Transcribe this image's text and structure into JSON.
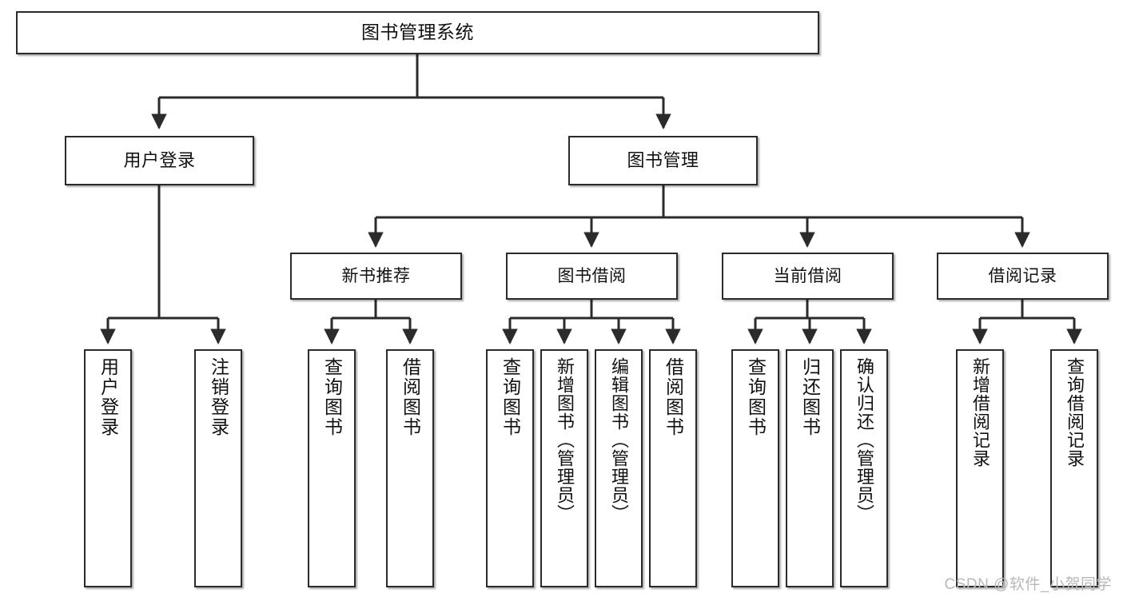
{
  "diagram": {
    "title": "图书管理系统",
    "type": "hierarchy-tree",
    "watermark": "CSDN @软件_小贺同学",
    "colors": {
      "node_border": "#2b2b2b",
      "node_fill": "#ffffff",
      "text": "#111111",
      "edge": "#2b2b2b",
      "watermark": "#b9b9b9",
      "background": "#ffffff"
    },
    "nodes": {
      "root": {
        "label": "图书管理系统"
      },
      "level2": [
        {
          "id": "user-login",
          "label": "用户登录"
        },
        {
          "id": "book-manage",
          "label": "图书管理"
        }
      ],
      "level3": [
        {
          "id": "new-book-rec",
          "label": "新书推荐"
        },
        {
          "id": "book-borrow",
          "label": "图书借阅"
        },
        {
          "id": "current-borrow",
          "label": "当前借阅"
        },
        {
          "id": "borrow-record",
          "label": "借阅记录"
        }
      ],
      "leaves": [
        {
          "id": "leaf-user-login",
          "label": "用户登录",
          "parent": "user-login"
        },
        {
          "id": "leaf-user-logout",
          "label": "注销登录",
          "parent": "user-login"
        },
        {
          "id": "leaf-query-book-1",
          "label": "查询图书",
          "parent": "new-book-rec"
        },
        {
          "id": "leaf-borrow-book-1",
          "label": "借阅图书",
          "parent": "new-book-rec"
        },
        {
          "id": "leaf-query-book-2",
          "label": "查询图书",
          "parent": "book-borrow"
        },
        {
          "id": "leaf-add-book",
          "label": "新增图书（管理员）",
          "parent": "book-borrow"
        },
        {
          "id": "leaf-edit-book",
          "label": "编辑图书（管理员）",
          "parent": "book-borrow"
        },
        {
          "id": "leaf-borrow-book-2",
          "label": "借阅图书",
          "parent": "book-borrow"
        },
        {
          "id": "leaf-query-book-3",
          "label": "查询图书",
          "parent": "current-borrow"
        },
        {
          "id": "leaf-return-book",
          "label": "归还图书",
          "parent": "current-borrow"
        },
        {
          "id": "leaf-confirm-return",
          "label": "确认归还（管理员）",
          "parent": "current-borrow"
        },
        {
          "id": "leaf-add-record",
          "label": "新增借阅记录",
          "parent": "borrow-record"
        },
        {
          "id": "leaf-query-record",
          "label": "查询借阅记录",
          "parent": "borrow-record"
        }
      ]
    }
  }
}
